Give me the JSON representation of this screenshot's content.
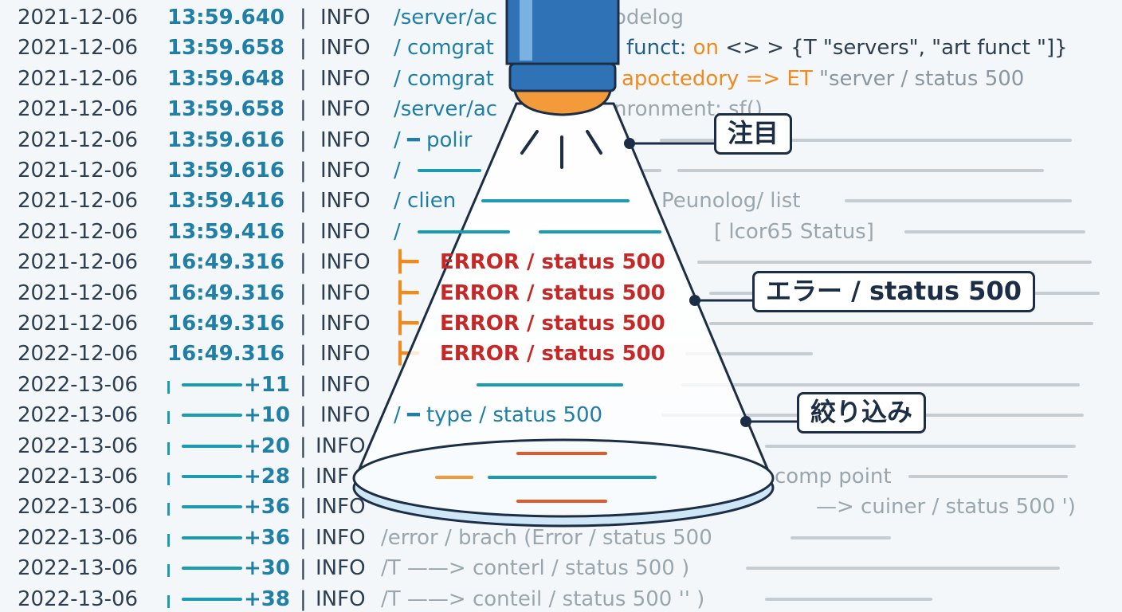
{
  "callouts": {
    "focus": "注目",
    "error": "エラー / status 500",
    "filter": "絞り込み"
  },
  "log_lines": [
    {
      "date": "2021-12-06",
      "time": "13:59.640",
      "level": "INFO",
      "msg": "/server/ac",
      "tail": "odelog"
    },
    {
      "date": "2021-12-06",
      "time": "13:59.658",
      "level": "INFO",
      "msg": "/  comgrat",
      "tail": "funct: on <> > {T \"servers\", \"art funct \"]}"
    },
    {
      "date": "2021-12-06",
      "time": "13:59.648",
      "level": "INFO",
      "msg": "/  comgrat",
      "tail": "apoctedory => ET \"server / status 500"
    },
    {
      "date": "2021-12-06",
      "time": "13:59.658",
      "level": "INFO",
      "msg": "/server/ac",
      "tail": "nronment: sf()"
    },
    {
      "date": "2021-12-06",
      "time": "13:59.616",
      "level": "INFO",
      "msg": "/ ━ polir",
      "tail": ""
    },
    {
      "date": "2021-12-06",
      "time": "13:59.616",
      "level": "INFO",
      "msg": "/",
      "tail": ""
    },
    {
      "date": "2021-12-06",
      "time": "13:59.416",
      "level": "INFO",
      "msg": "/ clien",
      "tail": "Peunolog/ list"
    },
    {
      "date": "2021-12-06",
      "time": "13:59.416",
      "level": "INFO",
      "msg": "/",
      "tail": "[ lcor65 Status]"
    },
    {
      "date": "2021-12-06",
      "time": "16:49.316",
      "level": "INFO",
      "msg": "┣━",
      "error": "ERROR / status 500"
    },
    {
      "date": "2021-12-06",
      "time": "16:49.316",
      "level": "INFO",
      "msg": "┣━",
      "error": "ERROR / status 500"
    },
    {
      "date": "2021-12-06",
      "time": "16:49.316",
      "level": "INFO",
      "msg": "┣━",
      "error": "ERROR / status 500"
    },
    {
      "date": "2022-12-06",
      "time": "16:49.316",
      "level": "INFO",
      "msg": "┣━",
      "error": "ERROR / status 500"
    },
    {
      "date": "2022-13-06",
      "offset": "+11",
      "level": "INFO",
      "msg": "",
      "tail": ""
    },
    {
      "date": "2022-13-06",
      "offset": "+10",
      "level": "INFO",
      "msg": "/ ━ type / status 500",
      "tail": ""
    },
    {
      "date": "2022-13-06",
      "offset": "+20",
      "level": "INFO",
      "msg": "",
      "tail": ""
    },
    {
      "date": "2022-13-06",
      "offset": "+28",
      "level": "INF",
      "msg": "",
      "tail": "comp point"
    },
    {
      "date": "2022-13-06",
      "offset": "+36",
      "level": "INFO",
      "msg": "",
      "tail": "—> cuiner / status 500 ')"
    },
    {
      "date": "2022-13-06",
      "offset": "+36",
      "level": "INFO",
      "msg": "/error / brach (Error / status 500",
      "tail": ""
    },
    {
      "date": "2022-13-06",
      "offset": "+30",
      "level": "INFO",
      "msg": "/T ——> conterl / status 500 )",
      "tail": ""
    },
    {
      "date": "2022-13-06",
      "offset": "+38",
      "level": "INFO",
      "msg": "/T ——> conteil / status 500 '' )",
      "tail": ""
    }
  ]
}
